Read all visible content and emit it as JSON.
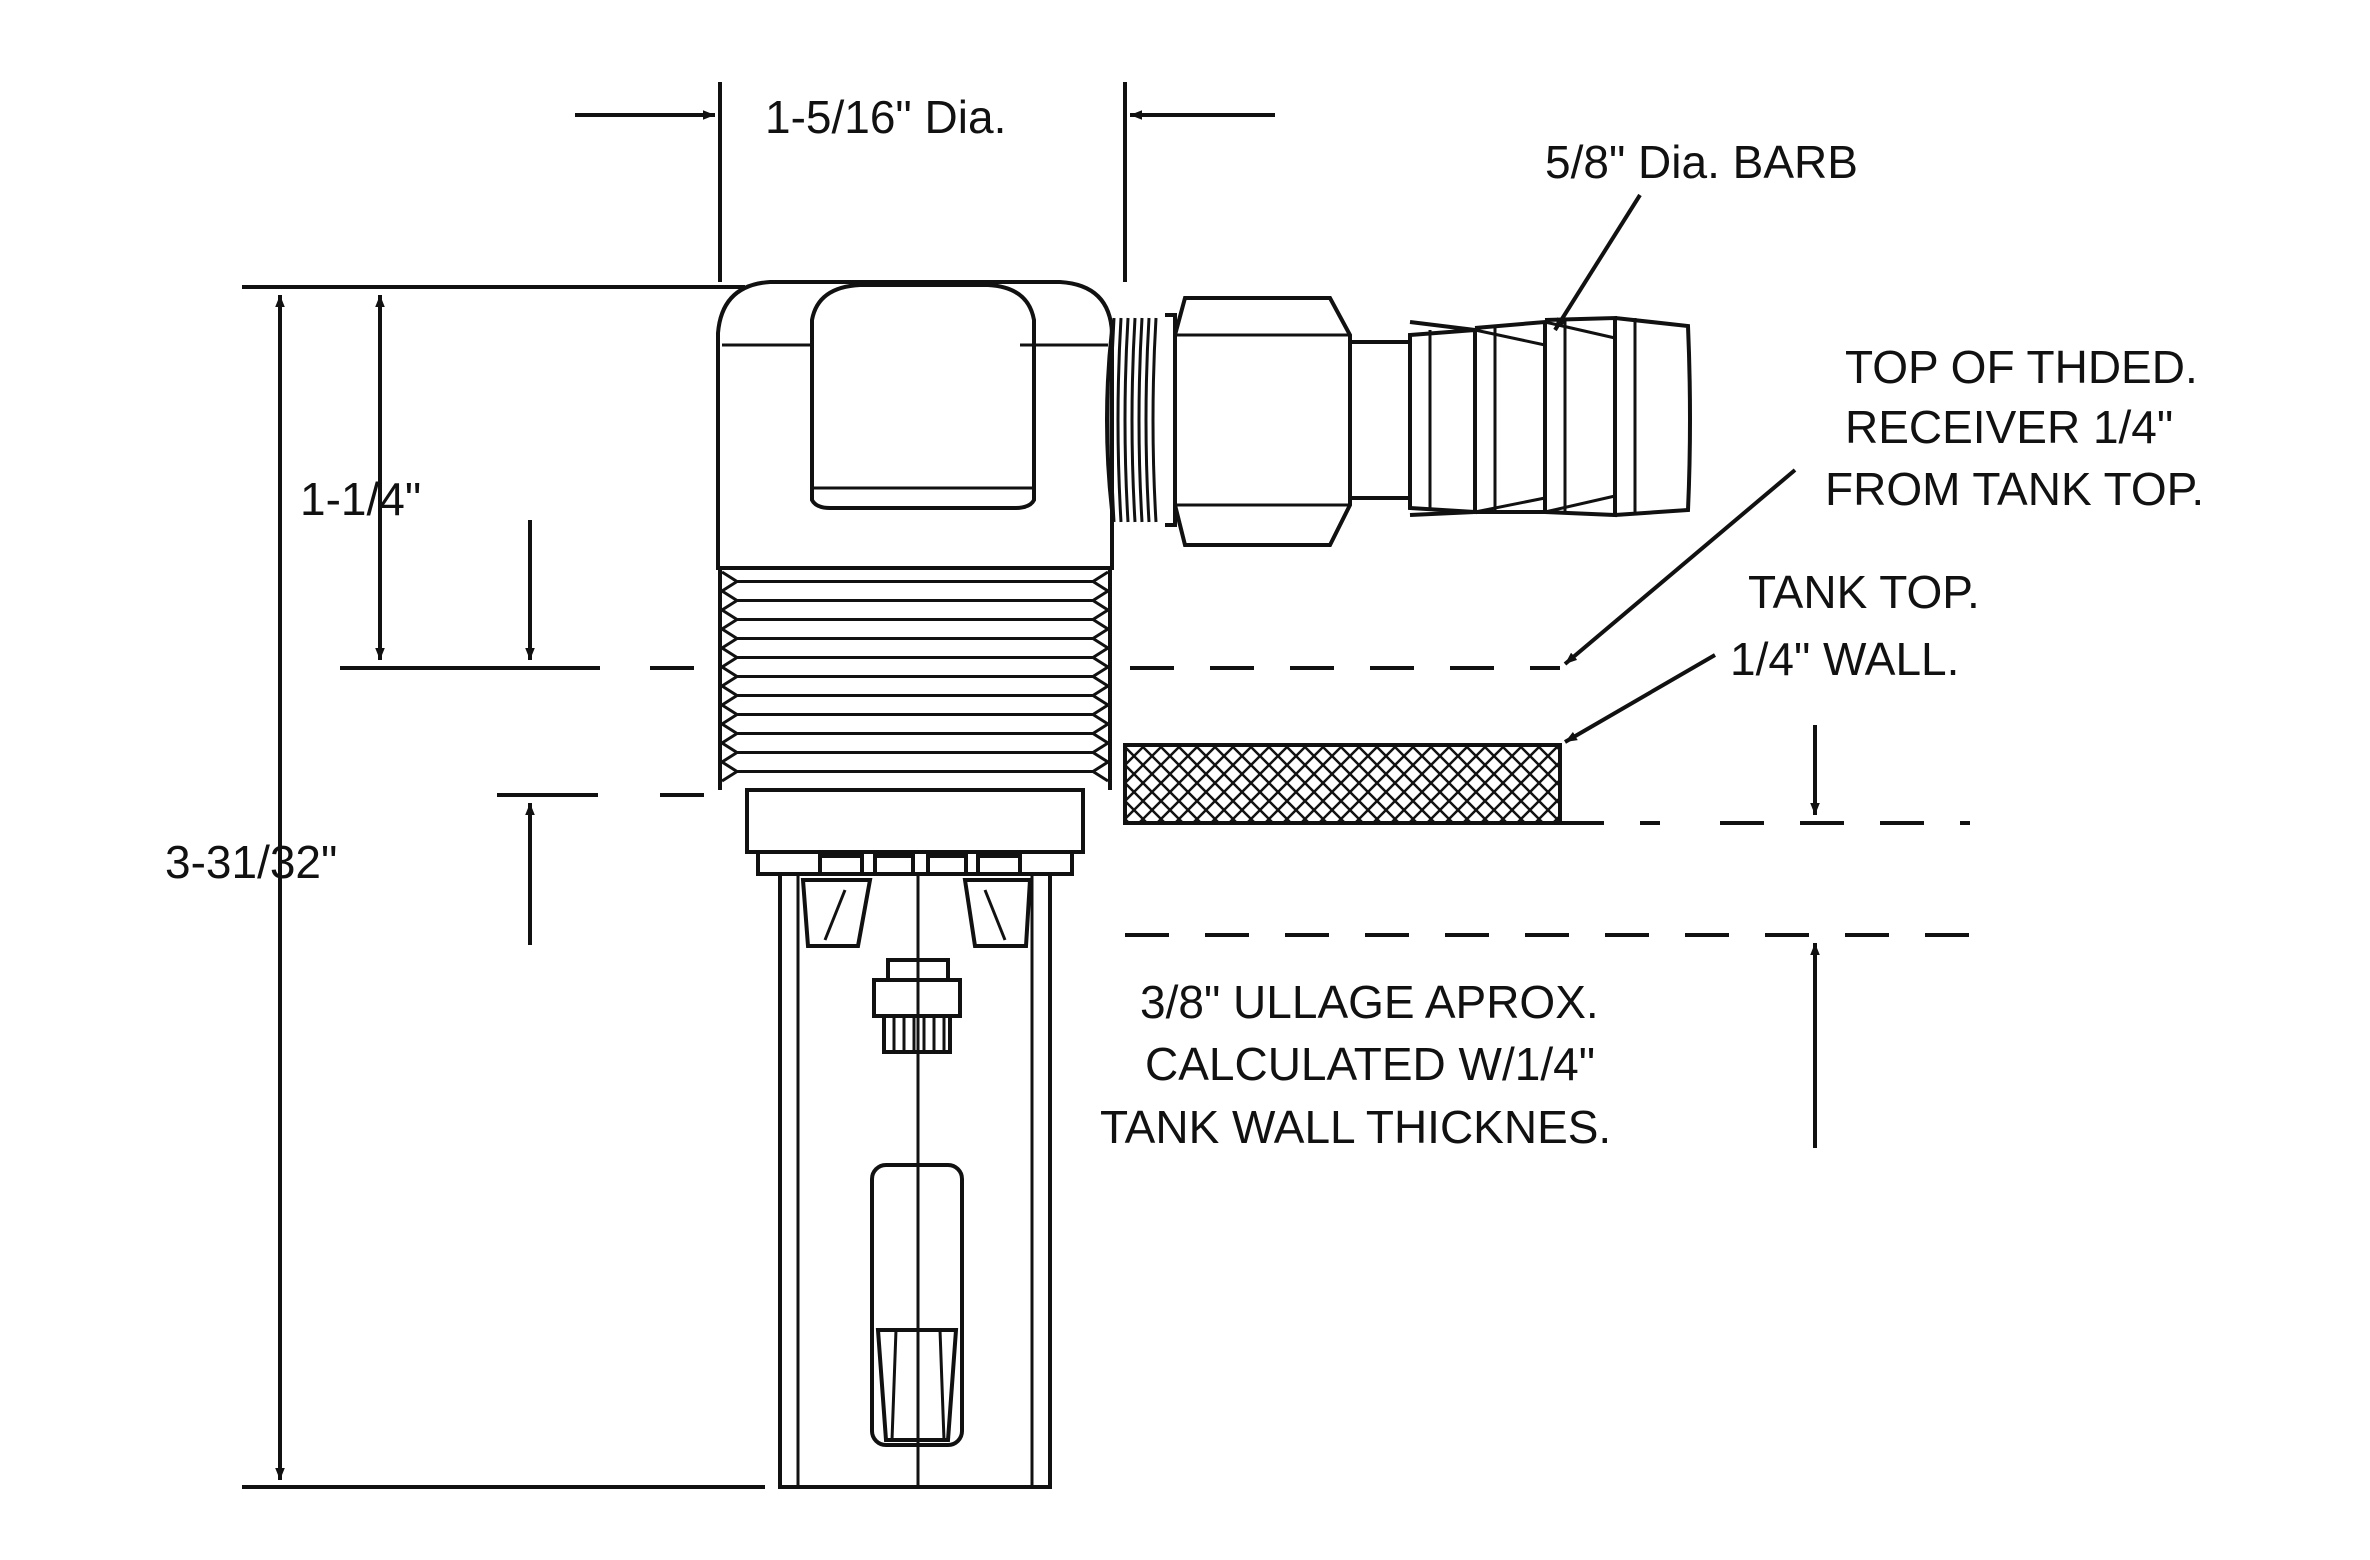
{
  "labels": {
    "body_dia": "1-5/16\" Dia.",
    "barb_dia": "5/8\" Dia. BARB",
    "receiver_line1": "TOP OF THDED.",
    "receiver_line2": "RECEIVER  1/4\"",
    "receiver_line3": "FROM TANK TOP.",
    "tank_line1": "TANK TOP.",
    "tank_line2": "1/4\" WALL.",
    "head_height": "1-1/4\"",
    "overall_height": "3-31/32\"",
    "ullage_line1": "3/8\" ULLAGE APROX.",
    "ullage_line2": "CALCULATED W/1/4\"",
    "ullage_line3": "TANK WALL THICKNES."
  }
}
